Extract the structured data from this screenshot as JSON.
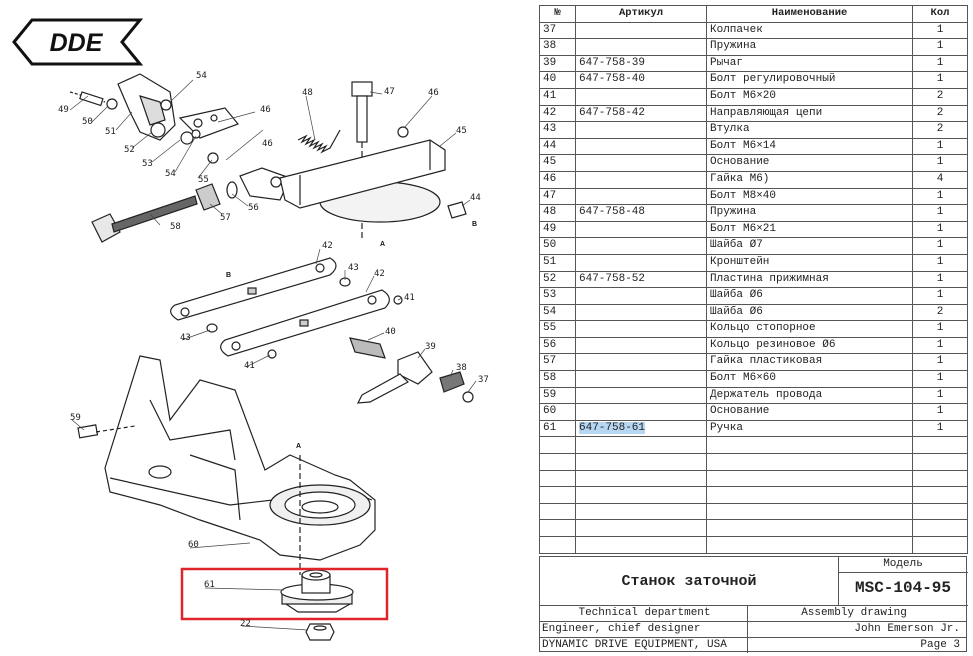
{
  "brand": {
    "logo_text": "DDE"
  },
  "table": {
    "headers": {
      "num": "№",
      "article": "Артикул",
      "name": "Наименование",
      "qty": "Кол"
    },
    "rows": [
      {
        "num": "37",
        "article": "",
        "name": "Колпачек",
        "qty": "1"
      },
      {
        "num": "38",
        "article": "",
        "name": "Пружина",
        "qty": "1"
      },
      {
        "num": "39",
        "article": "647-758-39",
        "name": "Рычаг",
        "qty": "1"
      },
      {
        "num": "40",
        "article": "647-758-40",
        "name": "Болт регулировочный",
        "qty": "1"
      },
      {
        "num": "41",
        "article": "",
        "name": "Болт М6×20",
        "qty": "2"
      },
      {
        "num": "42",
        "article": "647-758-42",
        "name": "Направляющая цепи",
        "qty": "2"
      },
      {
        "num": "43",
        "article": "",
        "name": "Втулка",
        "qty": "2"
      },
      {
        "num": "44",
        "article": "",
        "name": "Болт М6×14",
        "qty": "1"
      },
      {
        "num": "45",
        "article": "",
        "name": "Основание",
        "qty": "1"
      },
      {
        "num": "46",
        "article": "",
        "name": "Гайка М6)",
        "qty": "4"
      },
      {
        "num": "47",
        "article": "",
        "name": "Болт М8×40",
        "qty": "1"
      },
      {
        "num": "48",
        "article": "647-758-48",
        "name": "Пружина",
        "qty": "1"
      },
      {
        "num": "49",
        "article": "",
        "name": "Болт М6×21",
        "qty": "1"
      },
      {
        "num": "50",
        "article": "",
        "name": "Шайба Ø7",
        "qty": "1"
      },
      {
        "num": "51",
        "article": "",
        "name": "Кронштейн",
        "qty": "1"
      },
      {
        "num": "52",
        "article": "647-758-52",
        "name": "Пластина прижимная",
        "qty": "1"
      },
      {
        "num": "53",
        "article": "",
        "name": "Шайба Ø6",
        "qty": "1"
      },
      {
        "num": "54",
        "article": "",
        "name": "Шайба Ø6",
        "qty": "2"
      },
      {
        "num": "55",
        "article": "",
        "name": "Кольцо стопорное",
        "qty": "1"
      },
      {
        "num": "56",
        "article": "",
        "name": "Кольцо резиновое  Ø6",
        "qty": "1"
      },
      {
        "num": "57",
        "article": "",
        "name": "Гайка пластиковая",
        "qty": "1"
      },
      {
        "num": "58",
        "article": "",
        "name": "Болт М6×60",
        "qty": "1"
      },
      {
        "num": "59",
        "article": "",
        "name": "Держатель провода",
        "qty": "1"
      },
      {
        "num": "60",
        "article": "",
        "name": "Основание",
        "qty": "1"
      },
      {
        "num": "61",
        "article": "647-758-61",
        "name": "Ручка",
        "qty": "1",
        "highlight": true
      }
    ],
    "empty_rows": 7
  },
  "title_block": {
    "product_name": "Станок заточной",
    "model_label": "Модель",
    "model": "MSC-104-95",
    "department": "Technical department",
    "doc_type": "Assembly drawing",
    "role": "Engineer, chief designer",
    "person": "John Emerson Jr.",
    "company": "DYNAMIC DRIVE EQUIPMENT, USA",
    "page": "Page 3"
  },
  "callouts": [
    "54",
    "49",
    "50",
    "51",
    "52",
    "53",
    "54",
    "55",
    "56",
    "57",
    "58",
    "46",
    "46",
    "48",
    "47",
    "46",
    "45",
    "44",
    "42",
    "43",
    "42",
    "41",
    "40",
    "43",
    "41",
    "39",
    "38",
    "37",
    "59",
    "60",
    "61",
    "22"
  ],
  "view_tags": {
    "a": "A",
    "b": "B"
  },
  "highlight_color": "#e0242b",
  "selection_color": "#b6d6f2"
}
